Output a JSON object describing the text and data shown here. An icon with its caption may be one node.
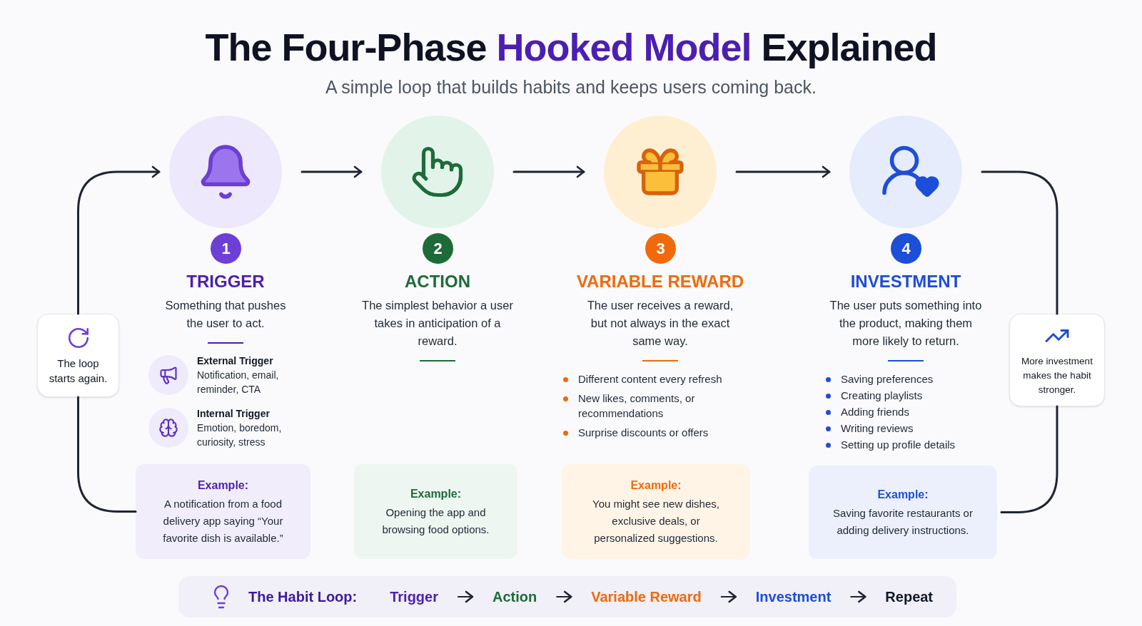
{
  "diagram": {
    "title": "The Four-Phase **Hooked Model** Explained",
    "nodes": [
      {
        "text": [],
        "shape": "circle"
      },
      {
        "text": [],
        "shape": "circle"
      },
      {
        "text": [],
        "shape": "circle"
      },
      {
        "text": [],
        "shape": "circle"
      },
      {
        "text": [
          "1"
        ]
      },
      {
        "text": [
          "2"
        ]
      },
      {
        "text": [
          "3"
        ]
      },
      {
        "text": [
          "4"
        ]
      },
      {
        "text": [
          "The loop starts again."
        ]
      },
      {
        "text": [
          "More investment makes the habit stronger."
        ]
      },
      {
        "text": [
          "Example:",
          "A notification from a food delivery app saying “Your favorite dish is available.”"
        ]
      },
      {
        "text": [
          "Example:",
          "Opening the app and browsing food options."
        ]
      },
      {
        "text": [
          "Example:",
          "You might see new dishes, exclusive deals, or personalized suggestions."
        ]
      },
      {
        "text": [
          "Example:",
          "Saving favorite restaurants or adding delivery instructions."
        ]
      },
      {
        "text": [
          "The Habit Loop:"
        ]
      },
      {
        "text": [
          "Trigger"
        ],
        "in": 14
      },
      {
        "text": [
          "Action"
        ],
        "in": 14
      },
      {
        "text": [
          "Variable Reward"
        ],
        "in": 14
      },
      {
        "text": [
          "Investment"
        ],
        "in": 14
      },
      {
        "text": [
          "Repeat"
        ],
        "in": 14
      }
    ],
    "edges": [
      {
        "from": 0,
        "to": 1,
        "arrow": "to"
      },
      {
        "from": 1,
        "to": 2,
        "arrow": "to"
      },
      {
        "from": 2,
        "to": 3,
        "arrow": "to"
      },
      {
        "from": 3,
        "to": 9,
        "arrow": "none"
      },
      {
        "from": 9,
        "to": 13,
        "arrow": "none"
      },
      {
        "from": 10,
        "to": 8,
        "arrow": "none"
      },
      {
        "from": 8,
        "to": 0,
        "arrow": "to"
      },
      {
        "from": 15,
        "to": 16,
        "arrow": "to"
      },
      {
        "from": 16,
        "to": 17,
        "arrow": "to"
      },
      {
        "from": 17,
        "to": 18,
        "arrow": "to"
      },
      {
        "from": 18,
        "to": 19,
        "arrow": "to"
      }
    ],
    "labels": [
      "A simple loop that builds habits and keeps users coming back.",
      "TRIGGER",
      "Something that pushes the user to act.",
      "External Trigger",
      "Notification, email, reminder, CTA",
      "Internal Trigger",
      "Emotion, boredom, curiosity, stress",
      "ACTION",
      "The simplest behavior a user takes in anticipation of a reward.",
      "VARIABLE REWARD",
      "The user receives a reward, but not always in the exact same way.",
      "Different content every refresh",
      "New likes, comments, or recommendations",
      "Surprise discounts or offers",
      "INVESTMENT",
      "The user puts something into the product, making them more likely to return.",
      "Saving preferences",
      "Creating playlists",
      "Adding friends",
      "Writing reviews",
      "Setting up profile details"
    ]
  }
}
